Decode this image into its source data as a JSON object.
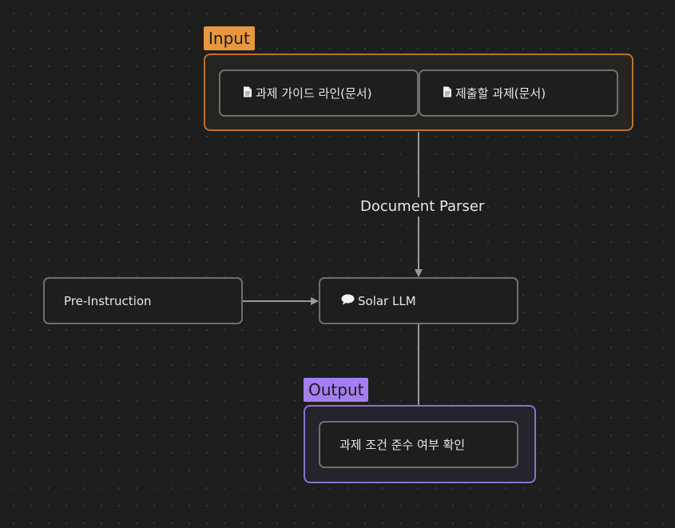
{
  "groups": {
    "input": {
      "label": "Input",
      "color": "#e8973c"
    },
    "output": {
      "label": "Output",
      "color": "#a57fef"
    }
  },
  "nodes": {
    "guide_doc": {
      "label": "과제 가이드 라인(문서)",
      "icon": "document-icon"
    },
    "submit_doc": {
      "label": "제출할 과제(문서)",
      "icon": "document-icon"
    },
    "pre_instruction": {
      "label": "Pre-Instruction"
    },
    "solar_llm": {
      "label": "Solar LLM",
      "icon": "speech-bubble-icon"
    },
    "result": {
      "label": "과제 조건 준수 여부 확인"
    }
  },
  "edges": {
    "parser_label": "Document Parser"
  }
}
